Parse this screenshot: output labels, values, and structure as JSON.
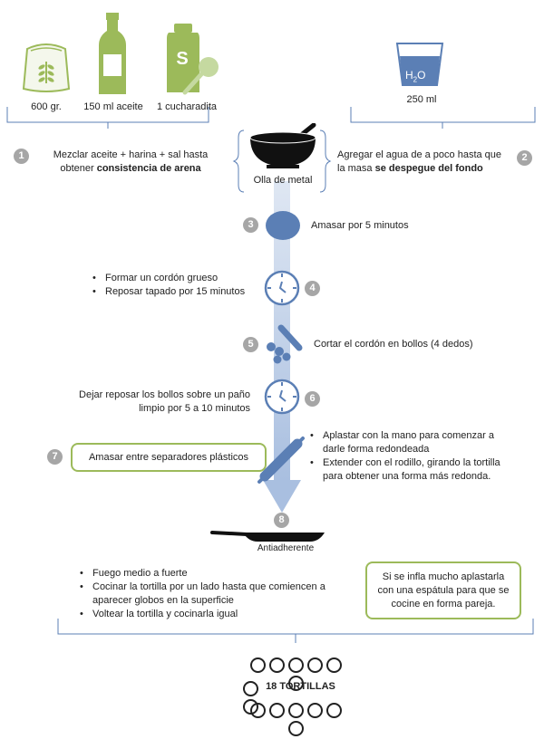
{
  "ingredients": {
    "flour": "600 gr.",
    "oil": "150 ml aceite",
    "salt": "1 cucharadita",
    "salt_letter": "S",
    "water": "250 ml",
    "water_h": "H",
    "water_2": "2",
    "water_o": "O"
  },
  "pot_label": "Olla de metal",
  "steps": {
    "s1_num": "1",
    "s1_line1": "Mezclar  aceite + harina + sal hasta",
    "s1_line2_pre": "obtener ",
    "s1_line2_bold": "consistencia de arena",
    "s2_num": "2",
    "s2_line1": "Agregar el agua  de a poco hasta que",
    "s2_line2_pre": "la masa ",
    "s2_line2_bold": "se despegue del fondo",
    "s3_num": "3",
    "s3_text": "Amasar por 5 minutos",
    "s4_num": "4",
    "s4_bullets": [
      "Formar un cordón grueso",
      "Reposar tapado por 15 minutos"
    ],
    "s5_num": "5",
    "s5_text": "Cortar el cordón en bollos (4 dedos)",
    "s6_num": "6",
    "s6_line1": "Dejar reposar los bollos sobre un paño",
    "s6_line2": "limpio por 5 a 10 minutos",
    "s7_num": "7",
    "s7_box": "Amasar entre separadores plásticos",
    "s7_bullets": [
      "Aplastar con la mano para comenzar a darle forma redondeada",
      "Extender con el rodillo, girando la tortilla para obtener una forma más redonda."
    ],
    "s8_num": "8",
    "pan_label": "Antiadherente",
    "s8_bullets": [
      "Fuego medio a fuerte",
      "Cocinar la tortilla por un lado hasta que comiencen a aparecer globos en la superficie",
      "Voltear la tortilla y cocinarla igual"
    ],
    "tip_box": "Si se infla mucho aplastarla con una espátula para que se cocine en forma pareja."
  },
  "result": "18 TORTILLAS",
  "colors": {
    "green": "#9cba5a",
    "blue": "#5b7fb5",
    "light_blue": "#c6d4ea",
    "gray_num": "#a6a6a6"
  }
}
